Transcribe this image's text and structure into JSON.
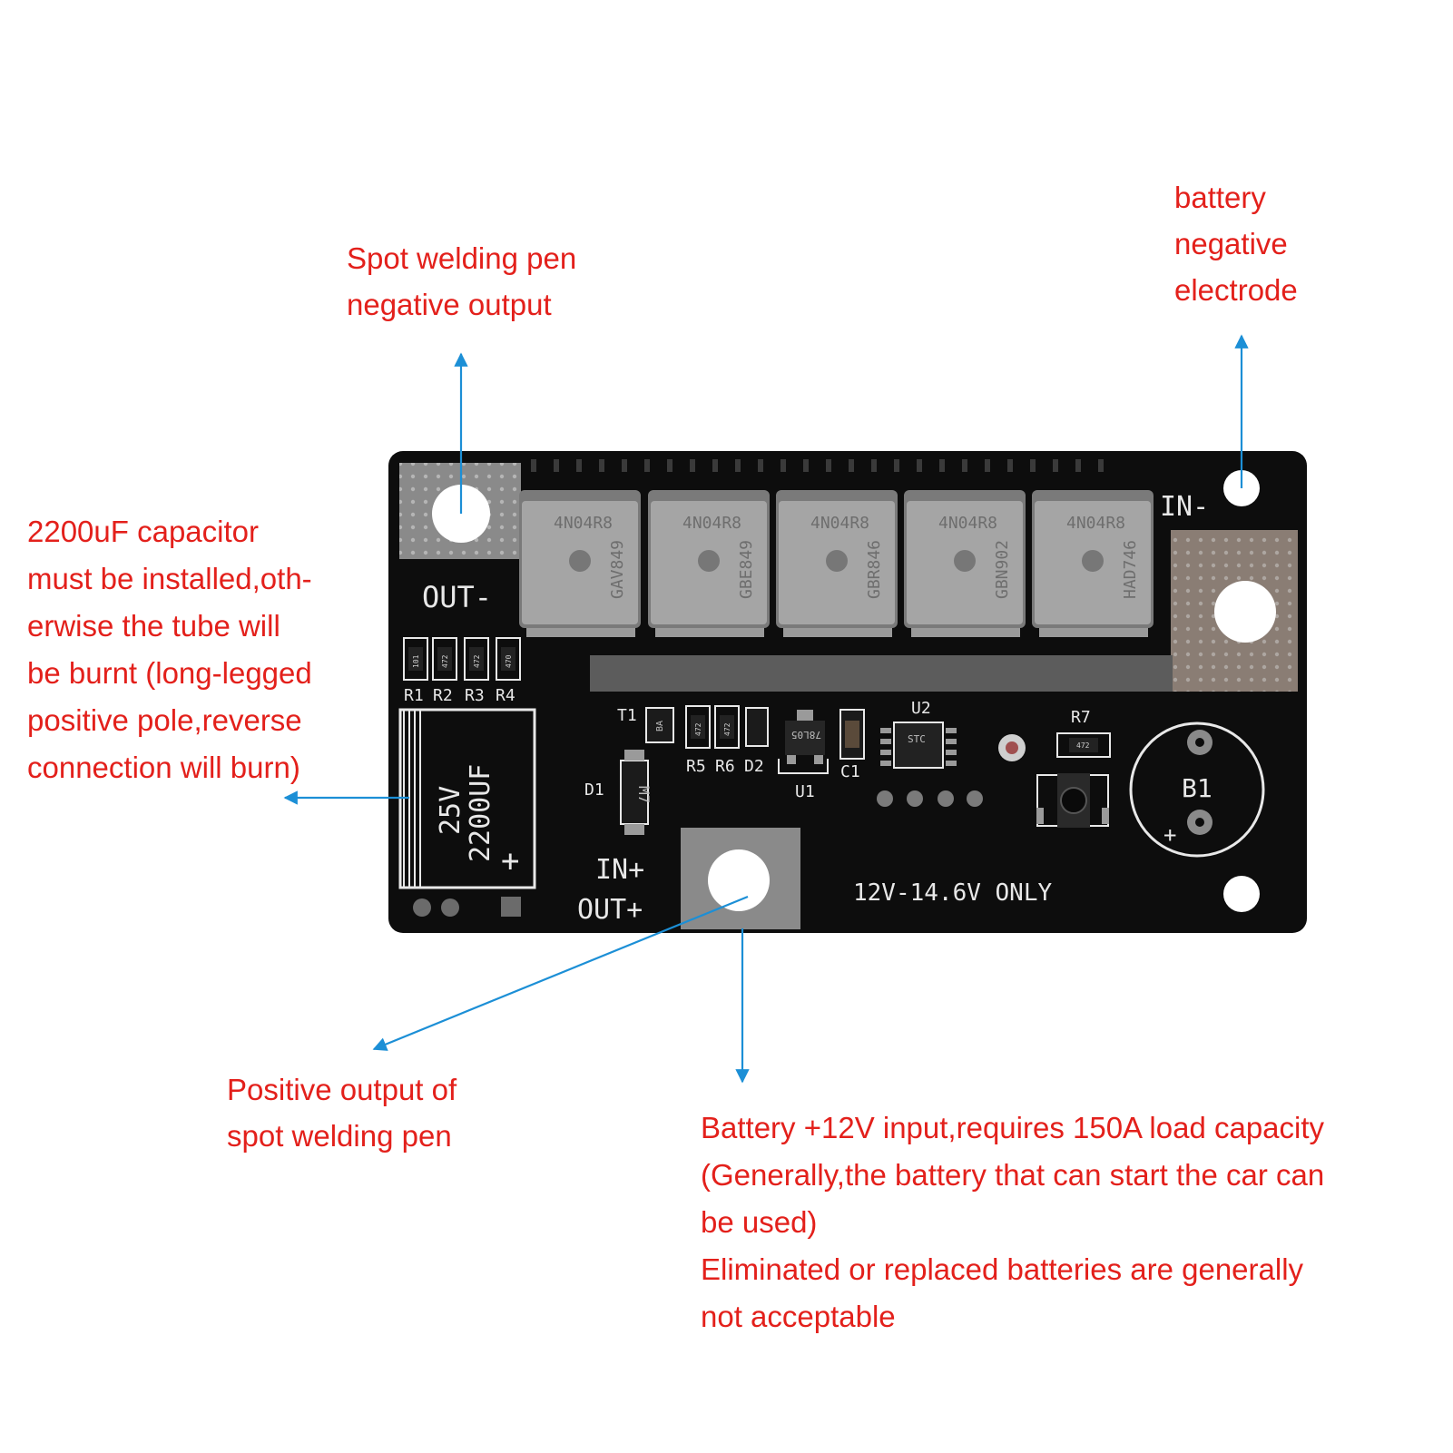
{
  "callouts": {
    "pen_negative": [
      "Spot welding pen",
      "negative output"
    ],
    "battery_negative": [
      "battery",
      "negative",
      "electrode"
    ],
    "capacitor": [
      "2200uF capacitor",
      "must be installed,oth-",
      "erwise the tube will",
      "be burnt (long-legged",
      "positive pole,reverse",
      "connection will burn)"
    ],
    "pen_positive": [
      "Positive output of",
      "spot welding pen"
    ],
    "battery_positive": [
      "Battery +12V input,requires 150A load capacity",
      "(Generally,the battery that can start the car can",
      "be used)",
      "Eliminated or replaced batteries are generally",
      "not acceptable"
    ]
  },
  "board": {
    "out_minus": "OUT-",
    "in_minus": "IN-",
    "in_plus": "IN+",
    "out_plus": "OUT+",
    "voltage_note": "12V-14.6V ONLY",
    "cap_voltage": "25V",
    "cap_value": "2200UF",
    "cap_plus": "+",
    "b1": "B1",
    "b1_plus": "+",
    "labels": {
      "r1": "R1",
      "r2": "R2",
      "r3": "R3",
      "r4": "R4",
      "r5": "R5",
      "r6": "R6",
      "r7": "R7",
      "d1": "D1",
      "d2": "D2",
      "t1": "T1",
      "u1": "U1",
      "u2": "U2",
      "c1": "C1"
    },
    "mosfets": [
      {
        "part": "4N04R8",
        "lot": "GAV849"
      },
      {
        "part": "4N04R8",
        "lot": "GBE849"
      },
      {
        "part": "4N04R8",
        "lot": "GBR846"
      },
      {
        "part": "4N04R8",
        "lot": "GBN902"
      },
      {
        "part": "4N04R8",
        "lot": "HAD746"
      }
    ],
    "resistor_codes": [
      "101",
      "472",
      "472",
      "470"
    ],
    "r5_code": "472",
    "r6_code": "472",
    "r7_code": "472",
    "diode_mark": "M7",
    "regulator_mark": "78L05",
    "transistor_mark": "BA",
    "mcu_mark": "STC"
  },
  "colors": {
    "callout_text": "#e3201b",
    "arrow": "#1c8fd6",
    "pcb": "#0d0d0d",
    "silkscreen": "#e8e8e8",
    "copper_pad": "#8a8a8a"
  }
}
